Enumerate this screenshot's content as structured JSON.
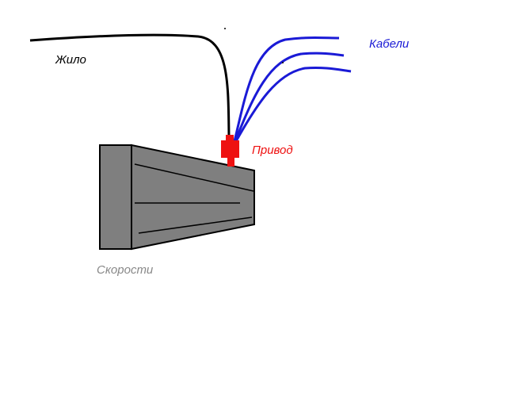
{
  "labels": {
    "core": "Жило",
    "cables": "Кабели",
    "drive": "Привод",
    "speeds": "Скорости"
  },
  "colors": {
    "core": "#000000",
    "cables": "#1a1ad6",
    "drive": "#ee1111",
    "speeds": "#888888",
    "body": "#7f7f7f"
  }
}
